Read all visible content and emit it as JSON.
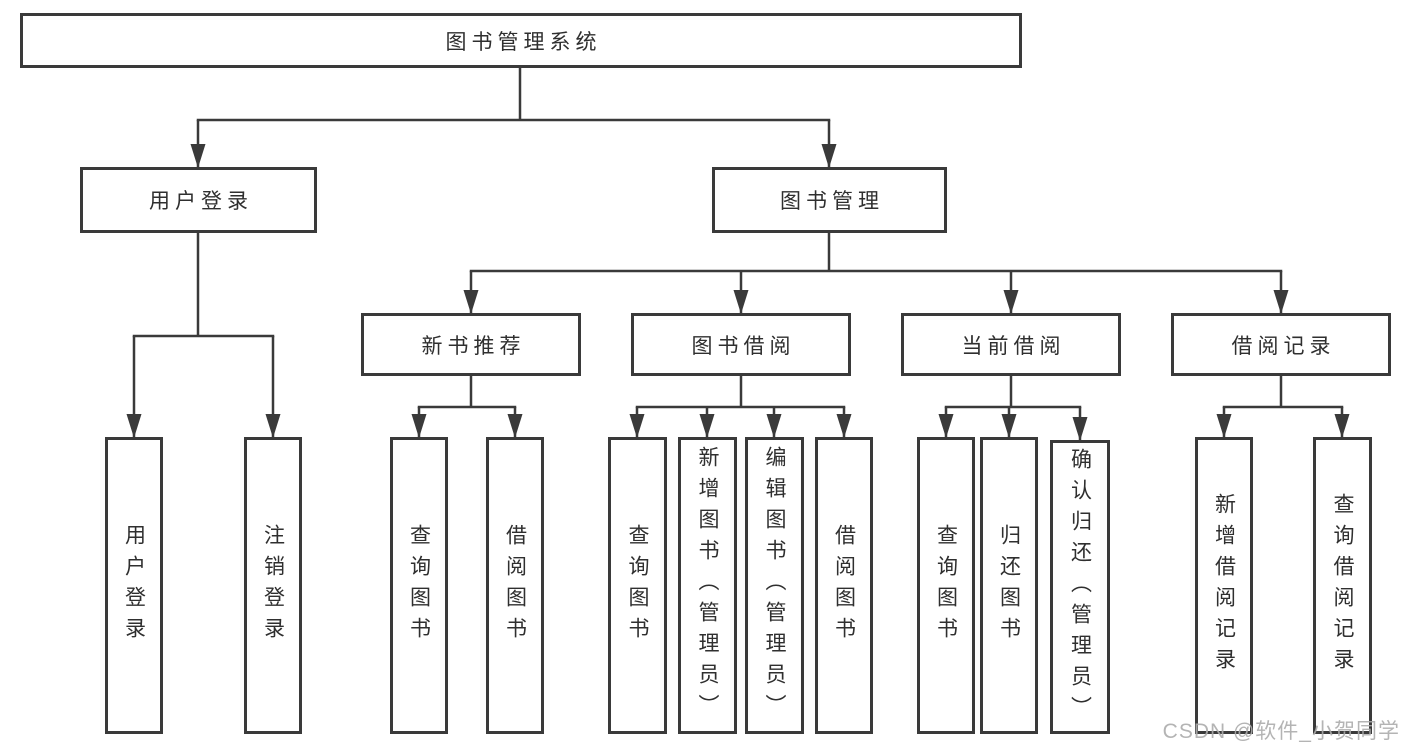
{
  "tree": {
    "root": {
      "label": "图书管理系统"
    },
    "level2": [
      {
        "label": "用户登录",
        "children": [
          {
            "label": "用户登录"
          },
          {
            "label": "注销登录"
          }
        ]
      },
      {
        "label": "图书管理",
        "children": [
          {
            "label": "新书推荐",
            "children": [
              {
                "label": "查询图书"
              },
              {
                "label": "借阅图书"
              }
            ]
          },
          {
            "label": "图书借阅",
            "children": [
              {
                "label": "查询图书"
              },
              {
                "label": "新增图书（管理员）"
              },
              {
                "label": "编辑图书（管理员）"
              },
              {
                "label": "借阅图书"
              }
            ]
          },
          {
            "label": "当前借阅",
            "children": [
              {
                "label": "查询图书"
              },
              {
                "label": "归还图书"
              },
              {
                "label": "确认归还（管理员）"
              }
            ]
          },
          {
            "label": "借阅记录",
            "children": [
              {
                "label": "新增借阅记录"
              },
              {
                "label": "查询借阅记录"
              }
            ]
          }
        ]
      }
    ]
  },
  "watermark": "CSDN @软件_小贺同学",
  "colors": {
    "line": "#3a3a3a",
    "border": "#3a3a3a",
    "text": "#2f2f2f",
    "background": "#ffffff",
    "watermark": "#acacac"
  }
}
